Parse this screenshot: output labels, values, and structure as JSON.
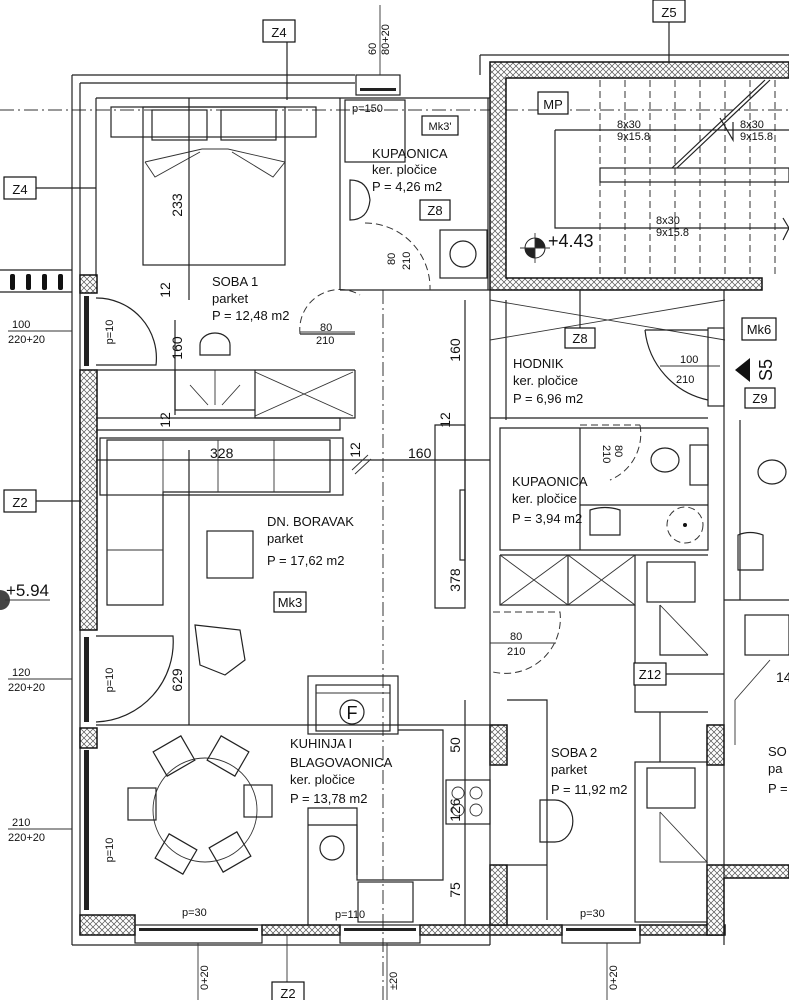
{
  "plan": {
    "rooms": [
      {
        "name": "SOBA 1",
        "floor": "parket",
        "area": "P = 12,48 m2"
      },
      {
        "name": "KUPAONICA",
        "floor": "ker. pločice",
        "area": "P = 4,26 m2"
      },
      {
        "name": "HODNIK",
        "floor": "ker. pločice",
        "area": "P = 6,96 m2"
      },
      {
        "name": "KUPAONICA",
        "floor": "ker. pločice",
        "area": "P = 3,94 m2"
      },
      {
        "name": "DN. BORAVAK",
        "floor": "parket",
        "area": "P = 17,62 m2"
      },
      {
        "name_line1": "KUHINJA I",
        "name_line2": "BLAGOVAONICA",
        "floor": "ker. pločice",
        "area": "P = 13,78 m2"
      },
      {
        "name": "SOBA 2",
        "floor": "parket",
        "area": "P = 11,92 m2"
      },
      {
        "name": "SO",
        "floor": "pa",
        "area": "P ="
      }
    ],
    "tags": {
      "z4_top": "Z4",
      "z4_left": "Z4",
      "z5": "Z5",
      "mp": "MP",
      "mk3p": "Mk3'",
      "z8_bath": "Z8",
      "z8_hall": "Z8",
      "mk6": "Mk6",
      "z9": "Z9",
      "z2": "Z2",
      "mk3": "Mk3",
      "z12": "Z12",
      "z2_bottom": "Z2",
      "stair_s5": "S5"
    },
    "levels": {
      "stair_landing": "+4.43",
      "left_terrace": "+5.94"
    },
    "stairs": [
      {
        "a": "8x30",
        "b": "9x15.8"
      },
      {
        "a": "8x30",
        "b": "9x15.8"
      },
      {
        "a": "8x30",
        "b": "9x15.8"
      }
    ],
    "openings": {
      "top_window_w": "60",
      "top_window_h": "80+20",
      "bath_sill": "p=150",
      "bath_door_w": "80",
      "bath_door_h": "210",
      "soba1_door_w": "80",
      "soba1_door_h": "210",
      "left_door1_w": "100",
      "left_door1_h": "220+20",
      "left_door1_sill": "p=10",
      "left_door2_w": "120",
      "left_door2_h": "220+20",
      "left_door2_sill": "p=10",
      "left_door3_w": "210",
      "left_door3_h": "220+20",
      "left_door3_sill": "p=10",
      "entry_door_w": "100",
      "entry_door_h": "210",
      "bath2_door_w": "80",
      "bath2_door_h": "210",
      "soba2_door_w": "80",
      "soba2_door_h": "210",
      "kitchen_sill1": "p=30",
      "kitchen_sill2": "p=110",
      "soba2_sill": "p=30",
      "fireplace": "F"
    },
    "dimensions": {
      "bed": "233",
      "wall12_a": "12",
      "wall12_b": "12",
      "wall12_c": "12",
      "wall12_d": "12",
      "d160_a": "160",
      "d160_b": "160",
      "d160_c": "160",
      "d328": "328",
      "d378": "378",
      "d629": "629",
      "d50": "50",
      "d126": "126",
      "d75": "75",
      "right_partial": "14"
    },
    "bottom_labels": {
      "w1": "0+20",
      "w2": "±20",
      "w3": "0+20",
      "z": "Z2"
    }
  }
}
